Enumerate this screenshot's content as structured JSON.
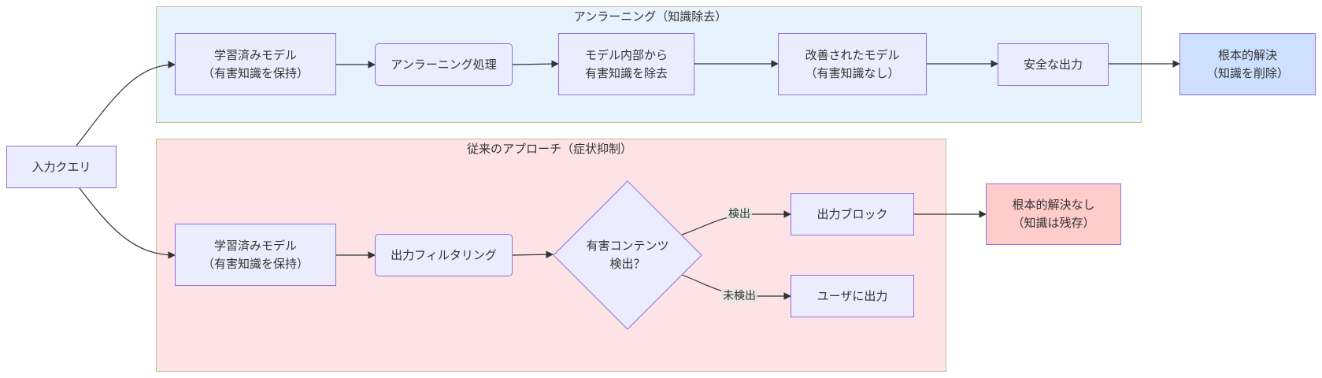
{
  "clusters": {
    "unlearn": {
      "title": "アンラーニング（知識除去）"
    },
    "legacy": {
      "title": "従来のアプローチ（症状抑制）"
    }
  },
  "nodes": {
    "input_query": "入力クエリ",
    "trained_model_top": "学習済みモデル\n（有害知識を保持）",
    "unlearning_process": "アンラーニング処理",
    "remove_knowledge": "モデル内部から\n有害知識を除去",
    "improved_model": "改善されたモデル\n（有害知識なし）",
    "safe_output": "安全な出力",
    "root_solution": "根本的解決\n（知識を削除）",
    "trained_model_bottom": "学習済みモデル\n（有害知識を保持）",
    "output_filtering": "出力フィルタリング",
    "harmful_detect": "有害コンテンツ\n検出？",
    "output_block": "出力ブロック",
    "user_output": "ユーザに出力",
    "no_root_solution": "根本的解決なし\n（知識は残存）"
  },
  "edge_labels": {
    "detected": "検出",
    "not_detected": "未検出"
  },
  "colors": {
    "node_fill": "#ececff",
    "node_stroke": "#9370db",
    "unlearn_cluster_fill": "#e6f2fd",
    "legacy_cluster_fill": "#fde3e6",
    "cluster_stroke": "#c2c28a",
    "root_solution_fill": "#cde0ff",
    "no_root_solution_fill": "#ffcccc",
    "edge": "#333333"
  }
}
